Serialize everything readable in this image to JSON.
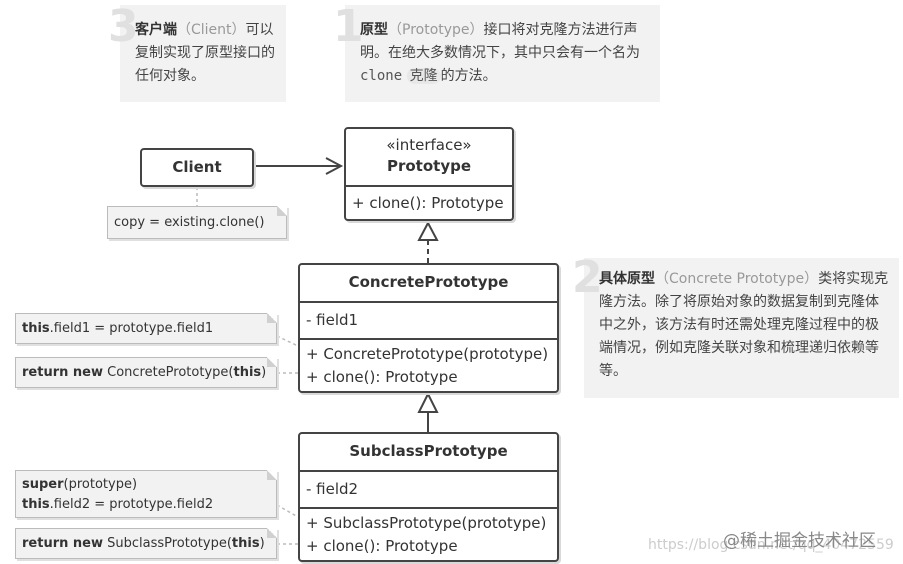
{
  "callout_client": {
    "number": "3",
    "title": "客户端",
    "paren": "（Client）",
    "text": "可以复制实现了原型接口的任何对象。"
  },
  "callout_prototype": {
    "number": "1",
    "title": "原型",
    "paren": "（Prototype）",
    "text1": "接口将对克隆方法进行声明。在绝大多数情况下，其中只会有一个名为",
    "code": "clone",
    "word": "克隆",
    "text2": "的方法。"
  },
  "callout_concrete": {
    "number": "2",
    "title": "具体原型",
    "paren": "（Concrete Prototype）",
    "text": "类将实现克隆方法。除了将原始对象的数据复制到克隆体中之外，该方法有时还需处理克隆过程中的极端情况，例如克隆关联对象和梳理递归依赖等等。"
  },
  "client_box": {
    "name": "Client"
  },
  "client_note": "copy = existing.clone()",
  "prototype_box": {
    "stereotype": "«interface»",
    "name": "Prototype",
    "method": "+ clone(): Prototype"
  },
  "concrete_box": {
    "name": "ConcretePrototype",
    "field": "- field1",
    "method1": "+ ConcretePrototype(prototype)",
    "method2": "+ clone(): Prototype"
  },
  "subclass_box": {
    "name": "SubclassPrototype",
    "field": "- field2",
    "method1": "+ SubclassPrototype(prototype)",
    "method2": "+ clone(): Prototype"
  },
  "notes": {
    "c1_kw": "this",
    "c1_rest": ".field1 = prototype.field1",
    "c2_kw": "return new",
    "c2_mid": " ConcretePrototype(",
    "c2_kw2": "this",
    "c2_end": ")",
    "s1_kw": "super",
    "s1_rest": "(prototype)",
    "s2_kw": "this",
    "s2_rest": ".field2 = prototype.field2",
    "s3_kw": "return new",
    "s3_mid": " SubclassPrototype(",
    "s3_kw2": "this",
    "s3_end": ")"
  },
  "watermark": {
    "site": "@稀土掘金技术社区",
    "url": "https://blog.csdn.net/qq_40472559"
  }
}
